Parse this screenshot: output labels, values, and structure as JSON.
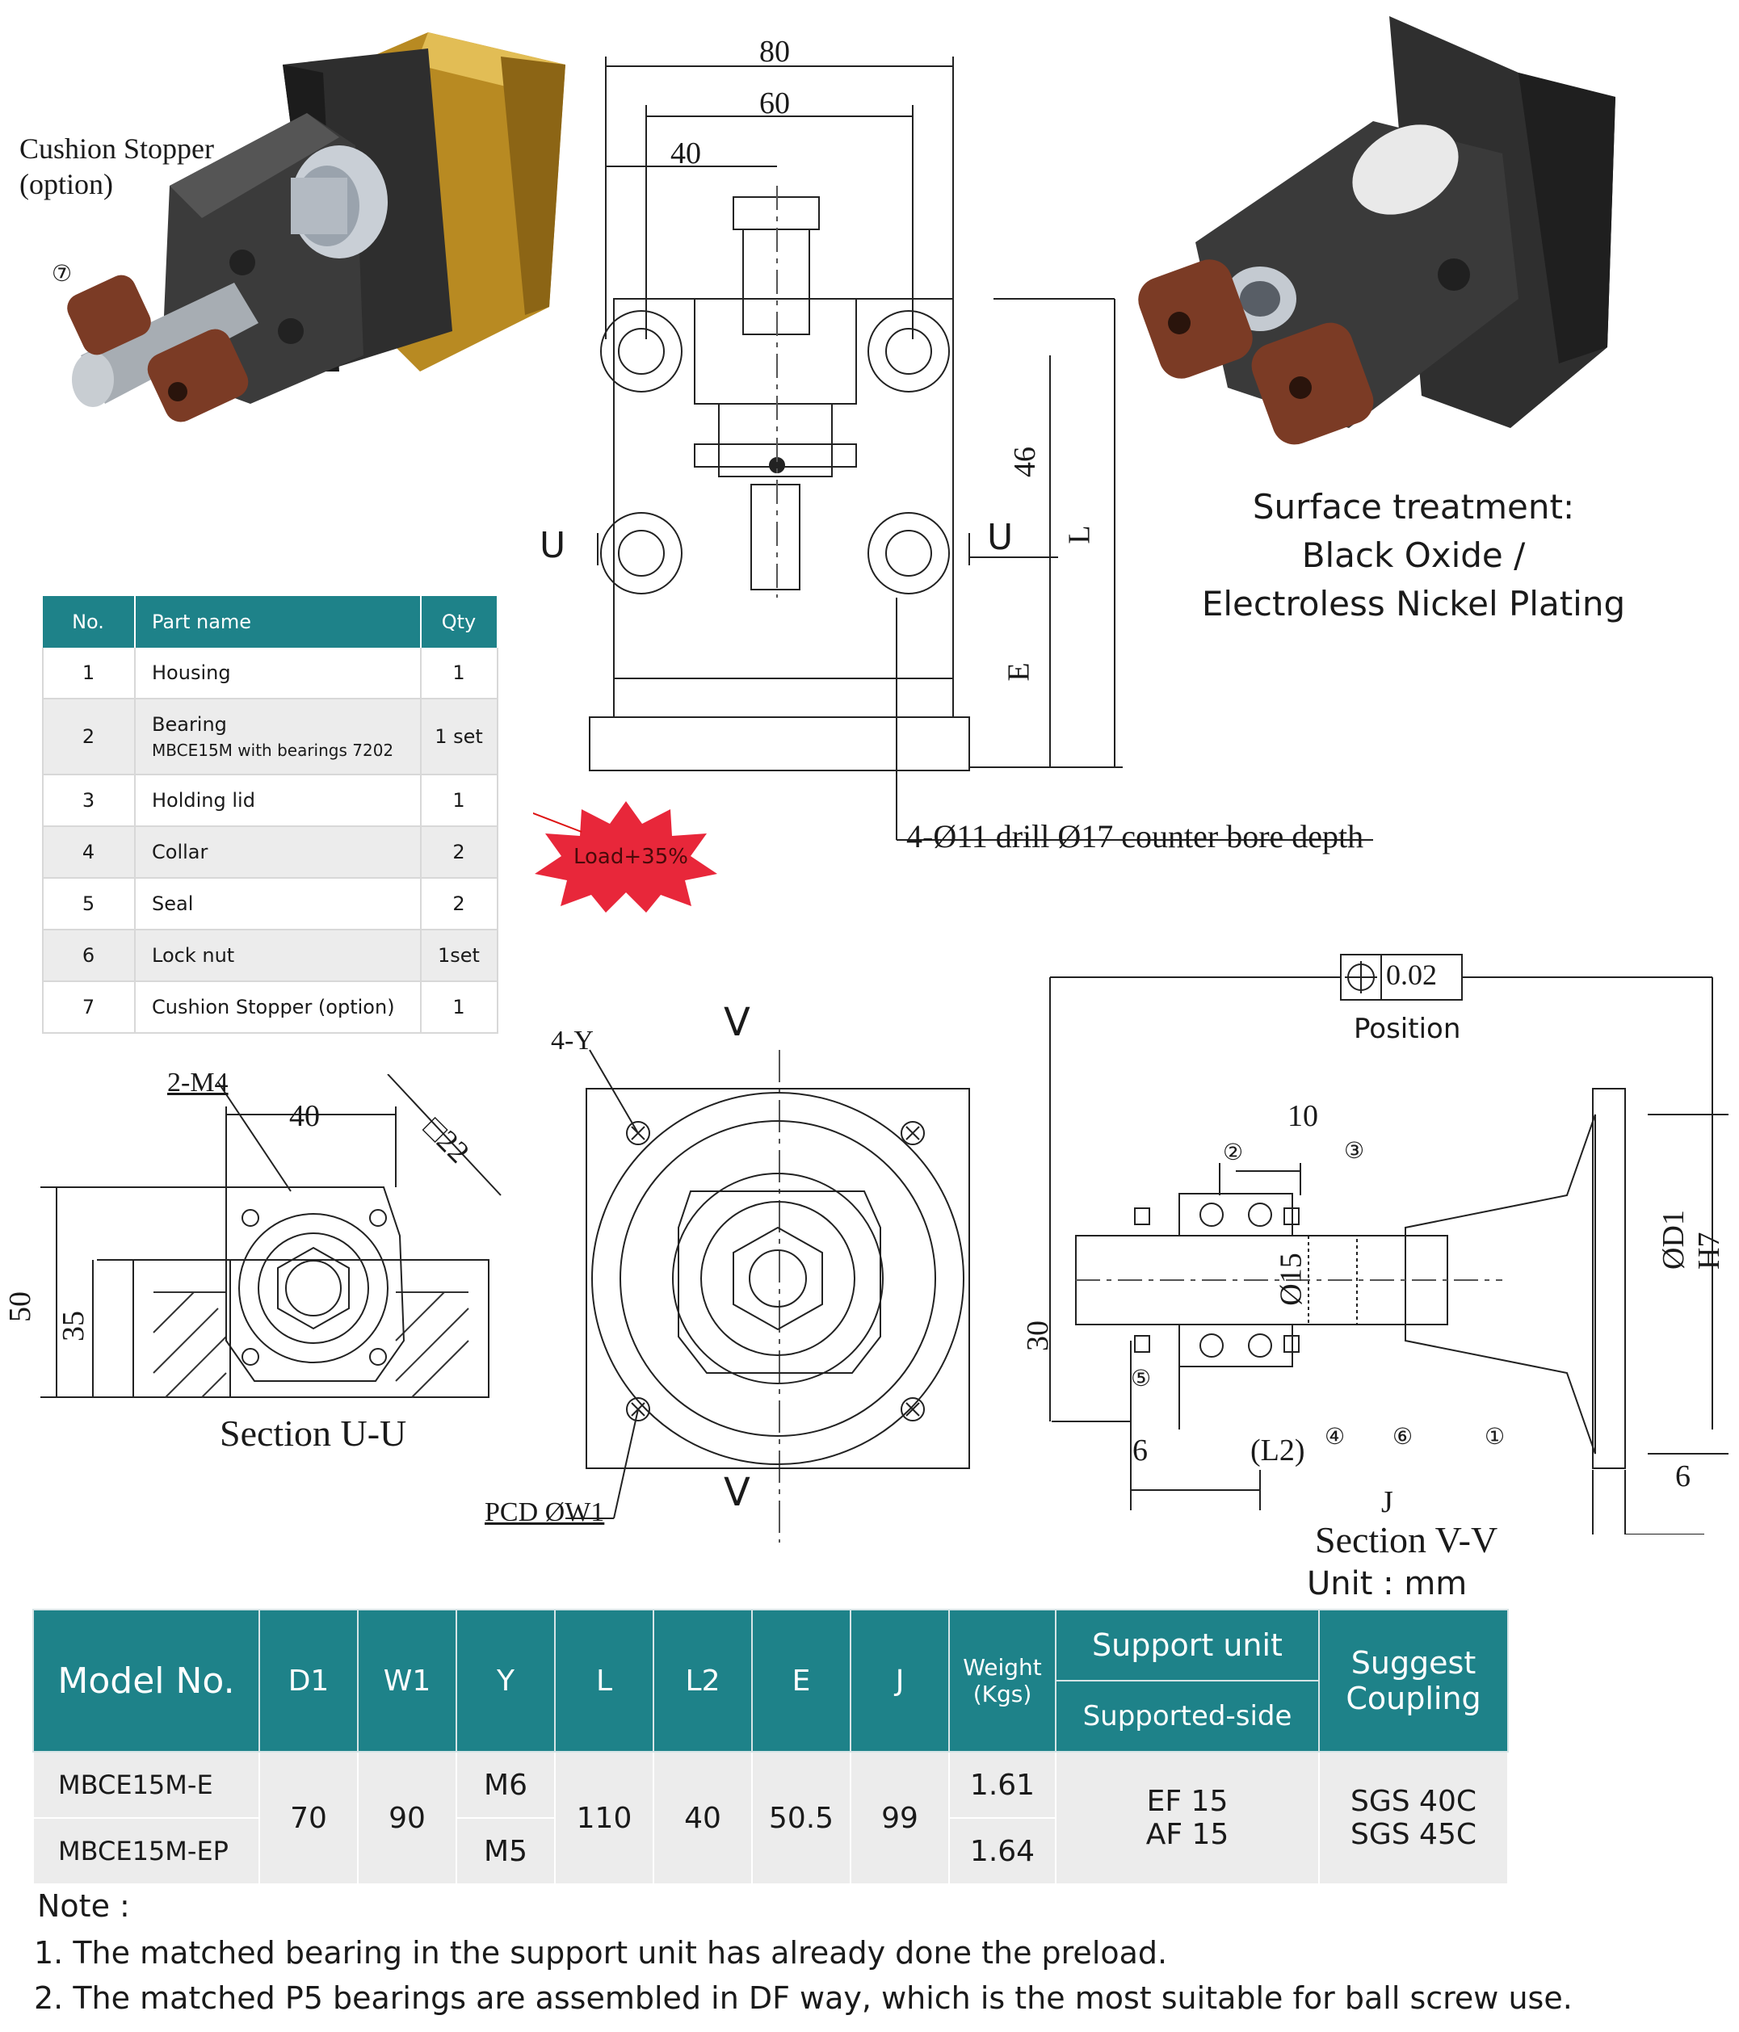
{
  "callouts": {
    "cushion_line1": "Cushion Stopper",
    "cushion_line2": "(option)",
    "cushion_num": "⑦"
  },
  "surface": {
    "line1": "Surface treatment:",
    "line2": "Black Oxide /",
    "line3": "Electroless Nickel Plating"
  },
  "front_dims": {
    "d80": "80",
    "d60": "60",
    "d40": "40",
    "d46": "46",
    "L": "L",
    "E": "E",
    "U_left": "U",
    "U_right": "U",
    "drill": "4-Ø11 drill Ø17 counter bore depth"
  },
  "load_badge": "Load+35%",
  "parts_table": {
    "headers": [
      "No.",
      "Part name",
      "Qty"
    ],
    "rows": [
      {
        "no": "1",
        "name": "Housing",
        "sub": "",
        "qty": "1"
      },
      {
        "no": "2",
        "name": "Bearing",
        "sub": "MBCE15M with bearings 7202",
        "qty": "1 set"
      },
      {
        "no": "3",
        "name": "Holding lid",
        "sub": "",
        "qty": "1"
      },
      {
        "no": "4",
        "name": "Collar",
        "sub": "",
        "qty": "2"
      },
      {
        "no": "5",
        "name": "Seal",
        "sub": "",
        "qty": "2"
      },
      {
        "no": "6",
        "name": "Lock nut",
        "sub": "",
        "qty": "1set"
      },
      {
        "no": "7",
        "name": "Cushion Stopper (option)",
        "sub": "",
        "qty": "1"
      }
    ]
  },
  "section_uu": {
    "title": "Section U-U",
    "m4": "2-M4",
    "d40": "40",
    "sq22": "□22",
    "d50": "50",
    "d35": "35"
  },
  "side_view": {
    "y": "4-Y",
    "V_top": "V",
    "V_bottom": "V",
    "pcd": "PCD ØW1"
  },
  "section_vv": {
    "title": "Section V-V",
    "unit": "Unit : mm",
    "tol": "0.02",
    "position": "Position",
    "d10": "10",
    "d15": "Ø15",
    "d30": "30",
    "d6a": "6",
    "L2": "(L2)",
    "J": "J",
    "d6b": "6",
    "D1": "ØD1 H7",
    "nums": [
      "②",
      "③",
      "⑤",
      "④",
      "⑥",
      "①"
    ]
  },
  "model_table": {
    "headers": {
      "model": "Model No.",
      "D1": "D1",
      "W1": "W1",
      "Y": "Y",
      "L": "L",
      "L2": "L2",
      "E": "E",
      "J": "J",
      "weight": "Weight",
      "weight_unit": "(Kgs)",
      "support": "Support unit",
      "supported": "Supported-side",
      "coupling": "Suggest Coupling"
    },
    "rows": [
      {
        "model": "MBCE15M-E",
        "Y": "M6",
        "weight": "1.61"
      },
      {
        "model": "MBCE15M-EP",
        "Y": "M5",
        "weight": "1.64"
      }
    ],
    "shared": {
      "D1": "70",
      "W1": "90",
      "L": "110",
      "L2": "40",
      "E": "50.5",
      "J": "99",
      "support1": "EF 15",
      "support2": "AF 15",
      "coupling1": "SGS 40C",
      "coupling2": "SGS 45C"
    }
  },
  "notes": {
    "title": "Note :",
    "n1": "1. The matched bearing in the support unit has already done the preload.",
    "n2": "2. The matched P5 bearings are assembled in DF way, which is the most suitable for ball screw use."
  },
  "colors": {
    "teal": "#1e8289",
    "brass": "#c49a2c",
    "housing": "#3b3b3b",
    "stopper": "#7b3b25",
    "badge": "#e8273a"
  }
}
